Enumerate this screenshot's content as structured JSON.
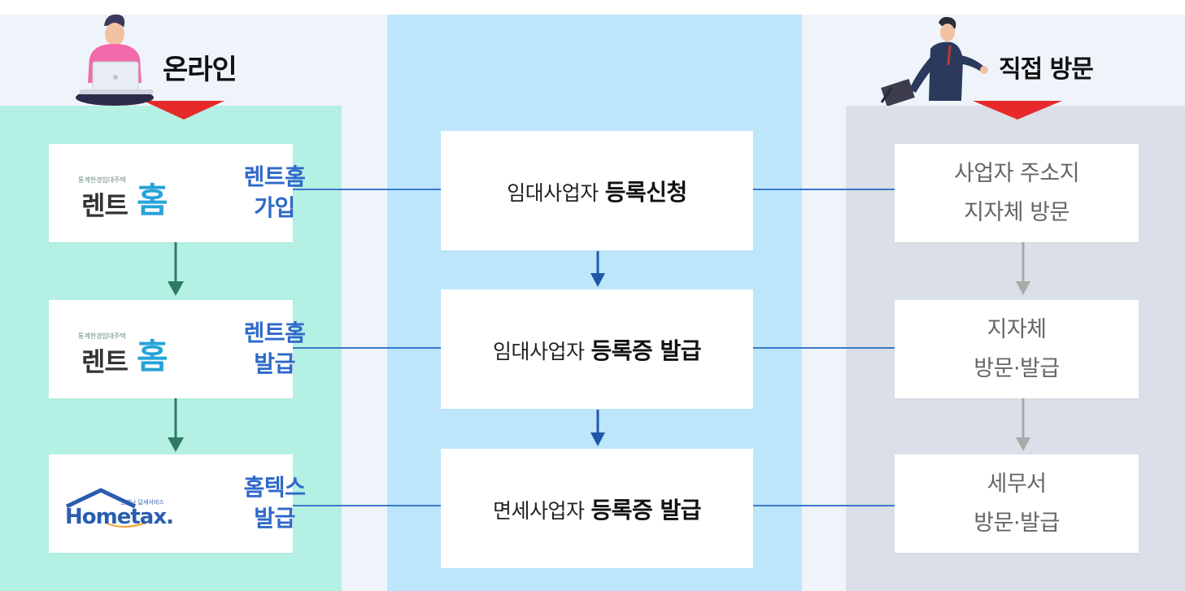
{
  "headings": {
    "online": "온라인",
    "visit": "직접 방문"
  },
  "left": {
    "items": [
      {
        "logo_small": "통계한경임대주택",
        "logo_rent": "렌트",
        "logo_home": "홈",
        "label_line1": "렌트홈",
        "label_line2": "가입"
      },
      {
        "logo_small": "통계한경임대주택",
        "logo_rent": "렌트",
        "logo_home": "홈",
        "label_line1": "렌트홈",
        "label_line2": "발급"
      },
      {
        "logo_small": "언제나 답세서비스",
        "logo_word": "Hometax.",
        "label_line1": "홈텍스",
        "label_line2": "발급"
      }
    ]
  },
  "center": {
    "items": [
      {
        "prefix": "임대사업자",
        "bold": "등록신청"
      },
      {
        "prefix": "임대사업자",
        "bold": "등록증 발급"
      },
      {
        "prefix": "면세사업자",
        "bold": "등록증 발급"
      }
    ]
  },
  "right": {
    "items": [
      {
        "line1": "사업자 주소지",
        "line2": "지자체 방문"
      },
      {
        "line1": "지자체",
        "line2": "방문·발급"
      },
      {
        "line1": "세무서",
        "line2": "방문·발급"
      }
    ]
  },
  "colors": {
    "left_bg": "#b4f0e4",
    "center_bg": "#bde6fb",
    "right_bg": "#dbdfe7",
    "accent_blue": "#2e69c9",
    "arrow_green": "#2f7a63",
    "arrow_blue": "#2156a8",
    "arrow_gray": "#a9a9a9",
    "marker_red": "#e62a2a",
    "connector": "#3c78c8"
  }
}
